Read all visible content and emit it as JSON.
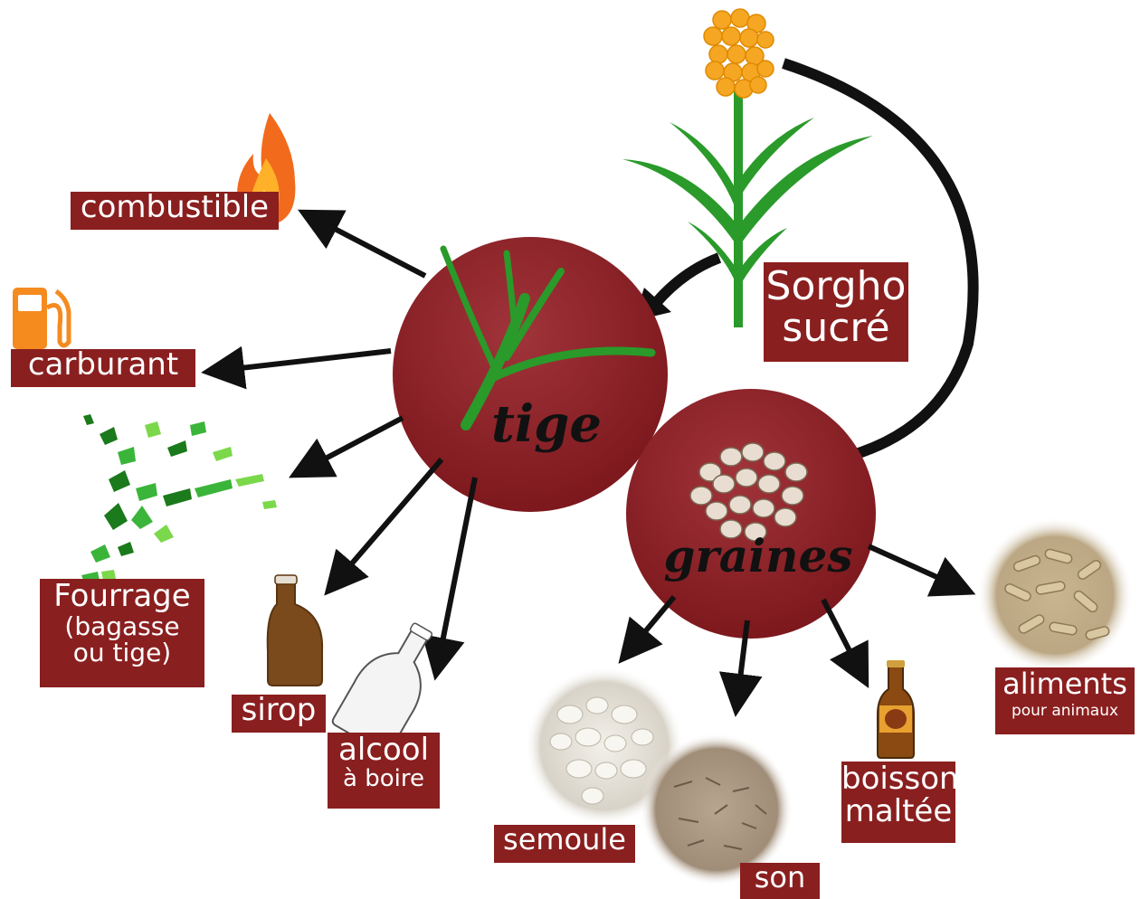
{
  "source": {
    "name": "Sorgho",
    "name2": "sucré"
  },
  "hubs": {
    "stem": "tige",
    "grain": "graines"
  },
  "stem_products": {
    "fuel_combustion": "combustible",
    "fuel_motor": "carburant",
    "fodder": {
      "line1": "Fourrage",
      "line2": "(bagasse",
      "line3": "ou tige)"
    },
    "syrup": "sirop",
    "alcohol": {
      "line1": "alcool",
      "line2": "à boire"
    }
  },
  "grain_products": {
    "semolina": "semoule",
    "bran": "son",
    "malt_drink": {
      "line1": "boisson",
      "line2": "maltée"
    },
    "feed": {
      "line1": "aliments",
      "line2": "pour animaux"
    }
  },
  "colors": {
    "label_bg": "#8a1f1f",
    "hub": "#8b1e22",
    "plant_green": "#2a9a2a",
    "grain_gold": "#f5a623",
    "arrow": "#111111"
  },
  "icons": [
    "flame-icon",
    "fuel-pump-icon",
    "fodder-icon",
    "syrup-bottle-icon",
    "alcohol-bottle-icon",
    "semolina-photo",
    "bran-photo",
    "beer-bottle-icon",
    "pellets-photo"
  ]
}
